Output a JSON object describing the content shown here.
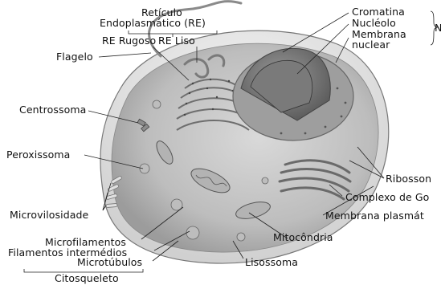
{
  "labels": {
    "reticulo_line1": "Retículo",
    "reticulo_line2": "Endoplasmático (RE)",
    "re_rugoso": "RE Rugoso",
    "re_liso": "RE Liso",
    "flagelo": "Flagelo",
    "centrossoma": "Centrossoma",
    "peroxissoma": "Peroxissoma",
    "microvilosidade": "Microvilosidade",
    "microfilamentos": "Microfilamentos",
    "filamentos_intermedios": "Filamentos intermédios",
    "microtubulos": "Microtúbulos",
    "citosqueleto": "Citosqueleto",
    "lisossoma": "Lisossoma",
    "mitocondria": "Mitocôndria",
    "membrana_plasmatica": "Membrana plasmát",
    "complexo_golgi": "Complexo de Go",
    "ribossomas": "Ribosson",
    "cromatina": "Cromatina",
    "nucleolo": "Nucléolo",
    "membrana_nuclear_1": "Membrana",
    "membrana_nuclear_2": "nuclear",
    "nucleo_group_letter": "N"
  },
  "colors": {
    "cytoplasm": "#c9c9c9",
    "membrane": "#e6e6e6",
    "nucleus": "#8a8a8a",
    "nucleolus": "#6e6e6e",
    "organelle": "#a8a8a8",
    "line": "#222222"
  }
}
